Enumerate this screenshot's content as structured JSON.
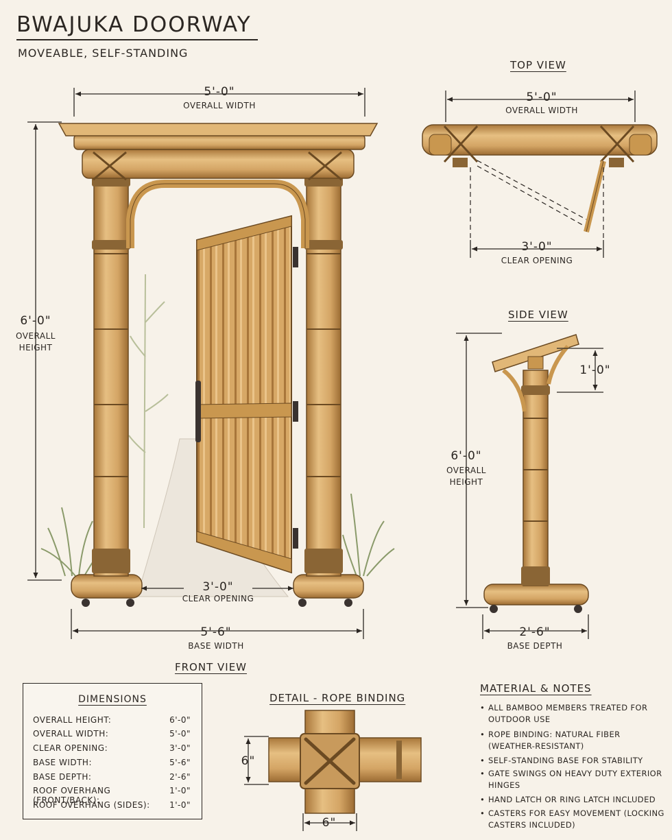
{
  "header": {
    "title": "BWAJUKA DOORWAY",
    "subtitle": "MOVEABLE, SELF-STANDING"
  },
  "front_view": {
    "title": "FRONT VIEW",
    "overall_width": {
      "value": "5'-0\"",
      "label": "OVERALL WIDTH"
    },
    "overall_height": {
      "value": "6'-0\"",
      "label_1": "OVERALL",
      "label_2": "HEIGHT"
    },
    "clear_opening": {
      "value": "3'-0\"",
      "label": "CLEAR OPENING"
    },
    "base_width": {
      "value": "5'-6\"",
      "label": "BASE WIDTH"
    }
  },
  "top_view": {
    "title": "TOP VIEW",
    "overall_width": {
      "value": "5'-0\"",
      "label": "OVERALL WIDTH"
    },
    "clear_opening": {
      "value": "3'-0\"",
      "label": "CLEAR OPENING"
    }
  },
  "side_view": {
    "title": "SIDE VIEW",
    "overhang": {
      "value": "1'-0\""
    },
    "overall_height": {
      "value": "6'-0\"",
      "label_1": "OVERALL",
      "label_2": "HEIGHT"
    },
    "base_depth": {
      "value": "2'-6\"",
      "label": "BASE DEPTH"
    }
  },
  "detail": {
    "title": "DETAIL - ROPE BINDING",
    "height": "6\"",
    "width": "6\""
  },
  "dimensions": {
    "title": "DIMENSIONS",
    "rows": [
      {
        "label": "OVERALL HEIGHT:",
        "value": "6'-0\""
      },
      {
        "label": "OVERALL WIDTH:",
        "value": "5'-0\""
      },
      {
        "label": "CLEAR OPENING:",
        "value": "3'-0\""
      },
      {
        "label": "BASE WIDTH:",
        "value": "5'-6\""
      },
      {
        "label": "BASE DEPTH:",
        "value": "2'-6\""
      },
      {
        "label": "ROOF OVERHANG (FRONT/BACK):",
        "value": "1'-0\""
      },
      {
        "label": "ROOF OVERHANG (SIDES):",
        "value": "1'-0\""
      }
    ]
  },
  "notes": {
    "title": "MATERIAL & NOTES",
    "bullet": "•",
    "items": [
      "ALL BAMBOO MEMBERS TREATED FOR OUTDOOR USE",
      "ROPE BINDING: NATURAL FIBER (WEATHER-RESISTANT)",
      "SELF-STANDING BASE FOR STABILITY",
      "GATE SWINGS ON HEAVY DUTY EXTERIOR HINGES",
      "HAND LATCH OR RING LATCH INCLUDED",
      "CASTERS FOR EASY MOVEMENT (LOCKING CASTERS INCLUDED)"
    ]
  },
  "colors": {
    "bamboo": "#d9ad6c",
    "bamboo_dark": "#b0803f",
    "rope": "#8a6535",
    "ink": "#2b2622",
    "paper": "#f7f2e9"
  }
}
